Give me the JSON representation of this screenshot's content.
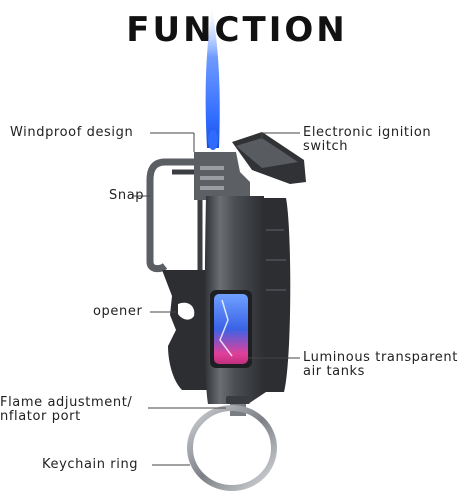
{
  "title": "FUNCTION",
  "labels": {
    "windproof": "Windproof design",
    "snap": "Snap",
    "opener": "opener",
    "flame_line1": "Flame adjustment/",
    "flame_line2": "nflator port",
    "keychain": "Keychain ring",
    "ignition_line1": "Electronic ignition",
    "ignition_line2": "switch",
    "tank_line1": "Luminous transparent",
    "tank_line2": "air tanks"
  },
  "colors": {
    "flame": "#2f6bff",
    "body": "#4a4d52",
    "tank_pink": "#e0409a",
    "tank_blue": "#3b63e6"
  }
}
